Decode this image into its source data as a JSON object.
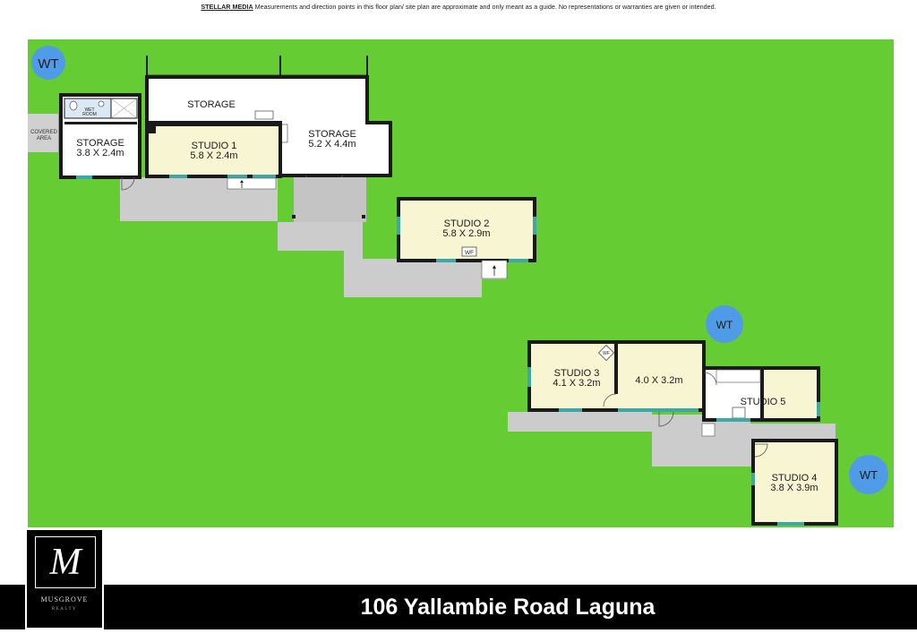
{
  "disclaimer": {
    "brand": "STELLAR MEDIA",
    "text": " Measurements and direction points in this floor plan/ site plan are approximate and only meant as a guide. No representations or warranties are given or intended."
  },
  "trees": [
    "WT",
    "WT",
    "WT"
  ],
  "covered_area": [
    "COVERED",
    "AREA"
  ],
  "wet_room": [
    "WET",
    "ROOM"
  ],
  "rooms": {
    "storage_left": {
      "name": "STORAGE",
      "size": "3.8 X 2.4m"
    },
    "storage_top": {
      "name": "STORAGE"
    },
    "studio1": {
      "name": "STUDIO 1",
      "size": "5.8 X 2.4m"
    },
    "storage_right": {
      "name": "STORAGE",
      "size": "5.2 X 4.4m"
    },
    "studio2": {
      "name": "STUDIO 2",
      "size": "5.8 X 2.9m",
      "marker": "WF"
    },
    "studio3": {
      "name": "STUDIO 3",
      "size": "4.1 X 3.2m",
      "marker": "WF"
    },
    "room_unnamed": {
      "size": "4.0 X 3.2m"
    },
    "studio5": {
      "name": "STUDIO 5"
    },
    "studio4": {
      "name": "STUDIO 4",
      "size": "3.8 X 3.9m"
    }
  },
  "logo": {
    "monogram": "M",
    "name": "MUSGROVE",
    "sub": "REALTY"
  },
  "address": "106 Yallambie Road Laguna",
  "colors": {
    "grass": "#66cc33",
    "room_fill": "#f7f5d2",
    "room_white": "#ffffff",
    "path": "#cccccc",
    "tree": "#4f9be8",
    "wall": "#1a1a1a",
    "window": "#3fa7a7"
  }
}
